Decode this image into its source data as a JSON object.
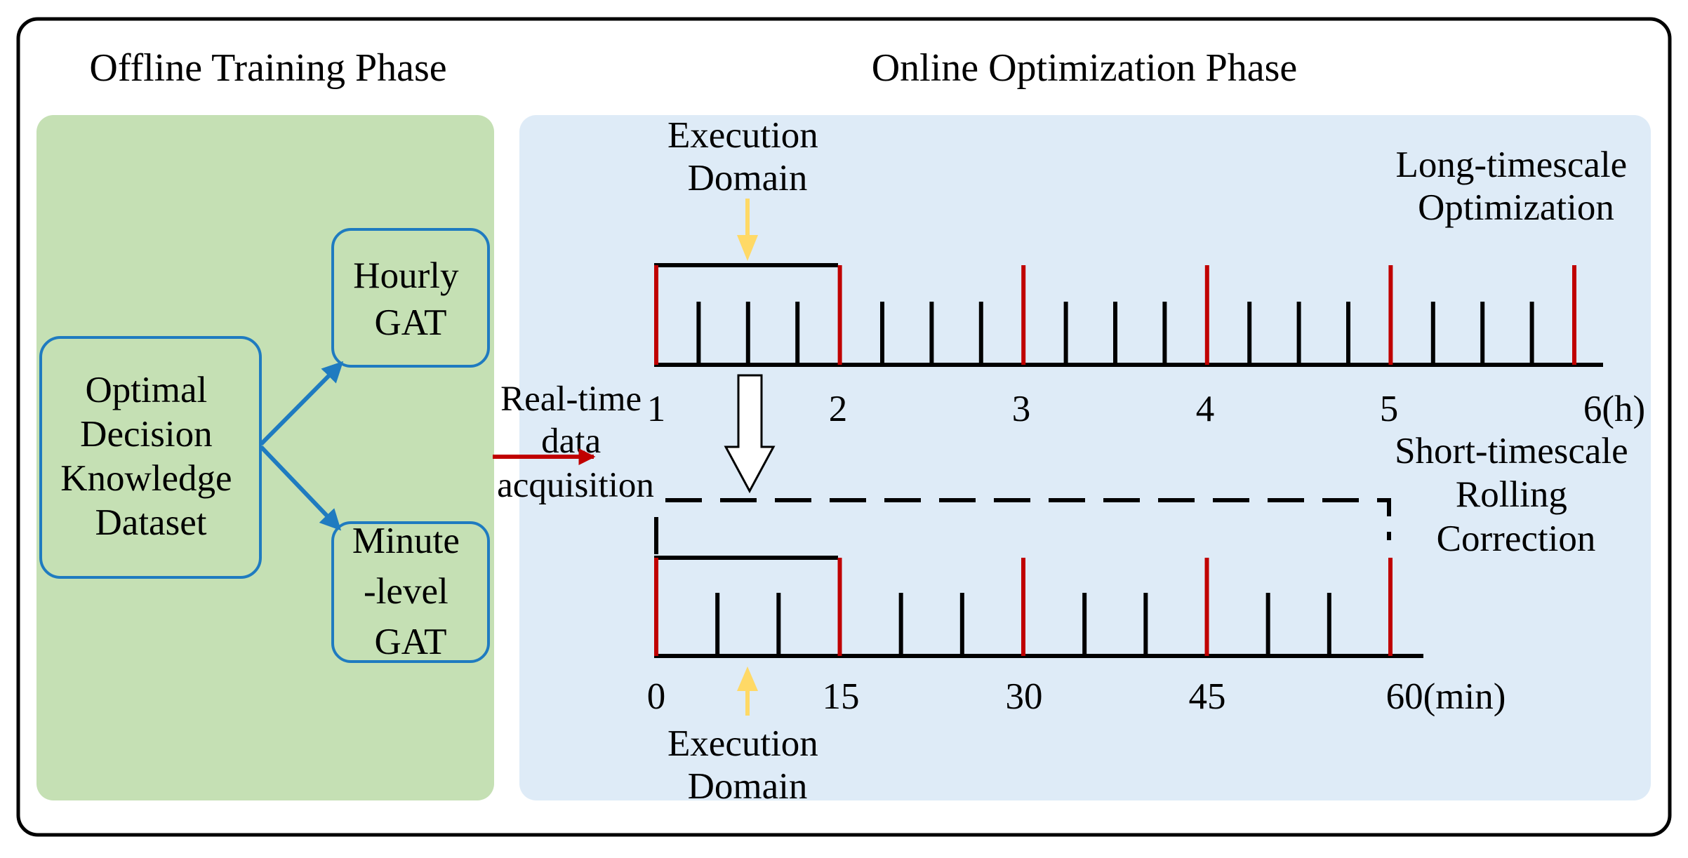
{
  "phases": {
    "offline_title": "Offline Training Phase",
    "online_title": "Online Optimization Phase"
  },
  "offline": {
    "dataset_lines": [
      "Optimal",
      "Decision",
      "Knowledge",
      "Dataset"
    ],
    "hourly_gat_lines": [
      "Hourly",
      "GAT"
    ],
    "minute_gat_lines": [
      "Minute",
      "-level",
      "GAT"
    ]
  },
  "online": {
    "realtime_lines": [
      "Real-time",
      "data",
      "acquisition"
    ],
    "execution_domain_top_lines": [
      "Execution",
      "Domain"
    ],
    "execution_domain_bottom_lines": [
      "Execution",
      "Domain"
    ],
    "long_timescale_lines": [
      "Long-timescale",
      "Optimization"
    ],
    "short_timescale_lines": [
      "Short-timescale",
      "Rolling",
      "Correction"
    ],
    "hour_axis_labels": [
      "1",
      "2",
      "3",
      "4",
      "5",
      "6(h)"
    ],
    "minute_axis_labels": [
      "0",
      "15",
      "30",
      "45",
      "60(min)"
    ]
  },
  "colors": {
    "offline_bg": "#c5e0b4",
    "online_bg": "#deebf7",
    "box_stroke": "#1f7bc0",
    "arrow_blue": "#1f7bc0",
    "red_tick": "#c00000",
    "red_arrow": "#c00000",
    "yellow_arrow": "#ffd966"
  }
}
